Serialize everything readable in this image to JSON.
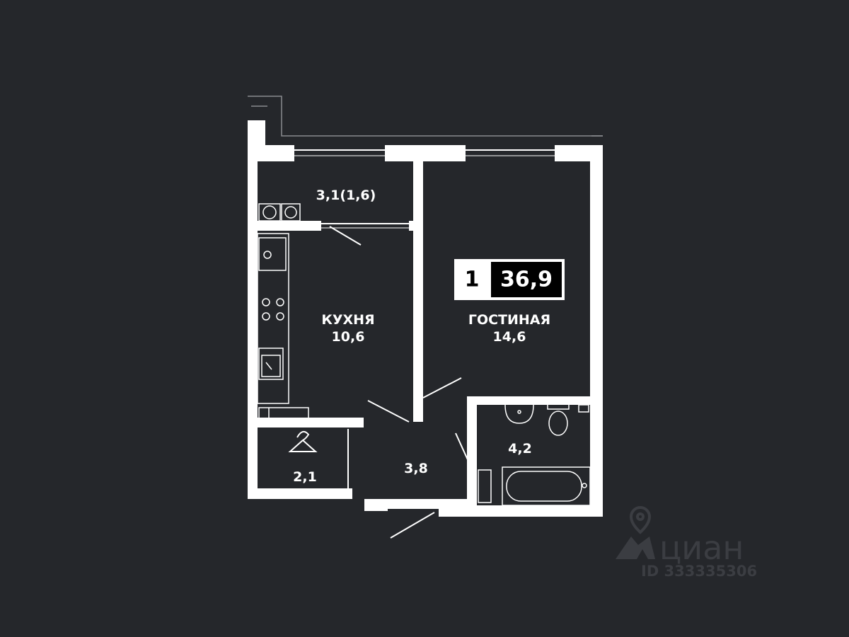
{
  "badge": {
    "rooms": "1",
    "total_area": "36,9"
  },
  "rooms": {
    "balcony": {
      "area": "3,1(1,6)"
    },
    "kitchen": {
      "name": "КУХНЯ",
      "area": "10,6"
    },
    "living": {
      "name": "ГОСТИНАЯ",
      "area": "14,6"
    },
    "closet": {
      "area": "2,1"
    },
    "hall": {
      "area": "3,8"
    },
    "bathroom": {
      "area": "4,2"
    }
  },
  "watermark": {
    "brand": "циан",
    "id": "ID 333335306"
  },
  "colors": {
    "background": "#25272b",
    "walls": "#ffffff",
    "badge_dark": "#000000"
  }
}
